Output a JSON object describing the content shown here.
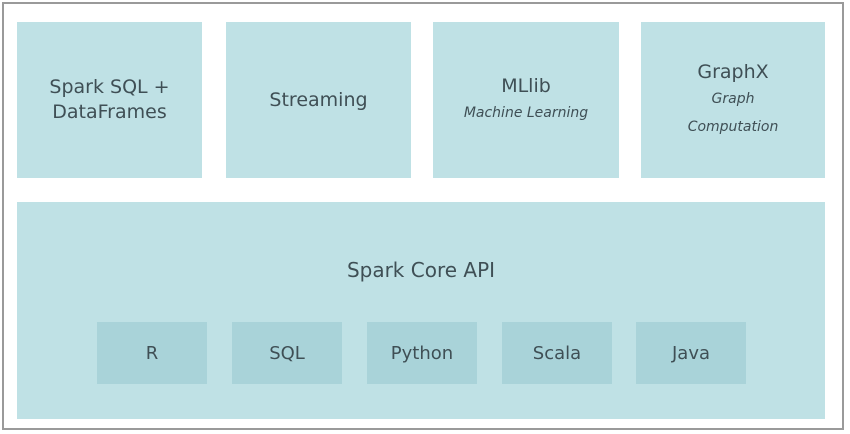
{
  "components": [
    {
      "title": "Spark SQL +\nDataFrames",
      "subtitle": ""
    },
    {
      "title": "Streaming",
      "subtitle": ""
    },
    {
      "title": "MLlib",
      "subtitle": "Machine Learning"
    },
    {
      "title": "GraphX",
      "subtitle": "Graph\nComputation"
    }
  ],
  "core": {
    "title": "Spark Core API",
    "languages": [
      "R",
      "SQL",
      "Python",
      "Scala",
      "Java"
    ]
  },
  "colors": {
    "box_fill": "#bfe1e5",
    "language_fill": "#a9d3d9",
    "text": "#3f4f55",
    "frame": "#9a9a9a"
  }
}
